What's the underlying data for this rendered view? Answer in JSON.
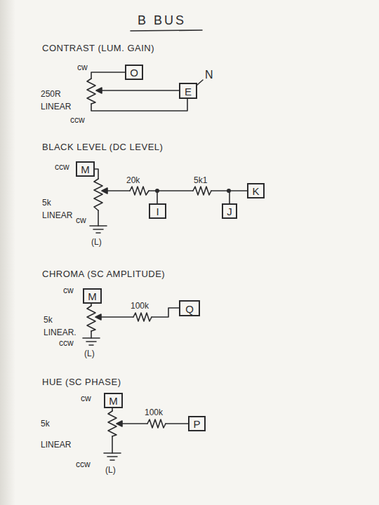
{
  "diagram": {
    "title": "B BUS",
    "nodes": [
      {
        "text": [
          "O"
        ]
      },
      {
        "text": [
          "E"
        ]
      },
      {
        "text": [
          "M"
        ]
      },
      {
        "text": [
          "I"
        ]
      },
      {
        "text": [
          "J"
        ]
      },
      {
        "text": [
          "K"
        ]
      },
      {
        "text": [
          "M"
        ]
      },
      {
        "text": [
          "Q"
        ]
      },
      {
        "text": [
          "M"
        ]
      },
      {
        "text": [
          "P"
        ]
      }
    ],
    "edges": [
      {
        "from": 4,
        "to": 5,
        "arrow": "none"
      }
    ],
    "labels": [
      "CONTRAST (LUM. GAIN)",
      "cw",
      "250R",
      "LINEAR",
      "ccw",
      "N",
      "BLACK LEVEL (DC LEVEL)",
      "ccw",
      "20k",
      "5k1",
      "5k",
      "LINEAR",
      "cw",
      "(L)",
      "CHROMA (SC AMPLITUDE)",
      "cw",
      "100k",
      "5k",
      "LINEAR.",
      "ccw",
      "(L)",
      "HUE (SC PHASE)",
      "cw",
      "100k",
      "5k",
      "LINEAR",
      "ccw",
      "(L)"
    ]
  }
}
